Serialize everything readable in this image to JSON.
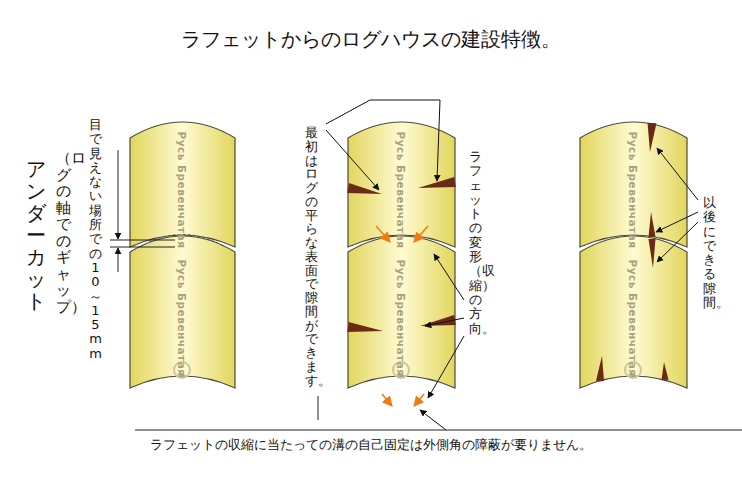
{
  "diagram": {
    "title": "ラフェットからのログハウスの建設特徴。",
    "labels": [
      "アンダーカット",
      "（ログの軸でのギャップ）",
      "目で見えない場所での10～15mm",
      "最初はログの平らな表面で隙間ができます。",
      "ラフェットの変形（収縮）の方向。",
      "以後にできる隙間。",
      "ラフェットの収縮に当たっての溝の自己固定は外側角の障蔽が要りません。",
      "Русь Бревенчатая",
      "Русь Бревенчатая",
      "Русь Бревенчатая",
      "Русь Бревенчатая",
      "Русь Бревенчатая",
      "Русь Бревенчатая"
    ]
  }
}
